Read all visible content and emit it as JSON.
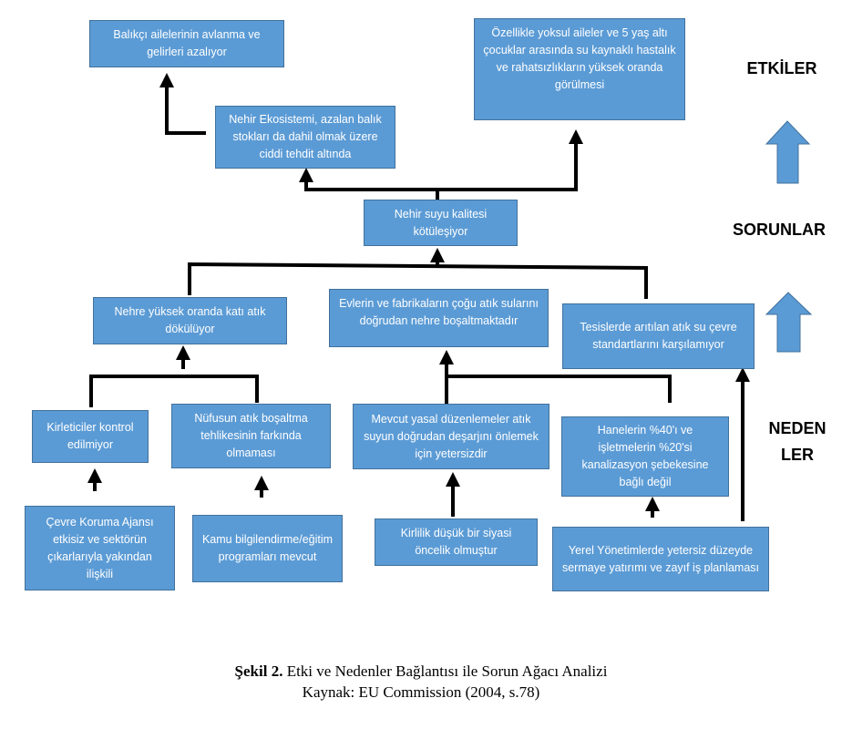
{
  "boxes": {
    "b1": "Balıkçı ailelerinin avlanma ve gelirleri azalıyor",
    "b2": "Özellikle yoksul aileler ve 5 yaş altı çocuklar arasında su kaynaklı hastalık ve rahatsızlıkların yüksek oranda görülmesi",
    "b3": "Nehir Ekosistemi, azalan balık stokları da dahil olmak üzere ciddi tehdit altında",
    "b4": "Nehir suyu kalitesi kötüleşiyor",
    "b5": "Nehre yüksek oranda katı atık dökülüyor",
    "b6": "Evlerin ve fabrikaların çoğu atık sularını doğrudan nehre boşaltmaktadır",
    "b7": "Tesislerde arıtılan atık su çevre standartlarını karşılamıyor",
    "b8": "Kirleticiler kontrol edilmiyor",
    "b9": "Nüfusun atık boşaltma tehlikesinin farkında olmaması",
    "b10": "Mevcut yasal düzenlemeler atık suyun doğrudan deşarjını önlemek için yetersizdir",
    "b11": "Hanelerin %40'ı ve işletmelerin %20'si kanalizasyon şebekesine bağlı değil",
    "b12": "Çevre Koruma Ajansı etkisiz ve sektörün çıkarlarıyla yakından ilişkili",
    "b13": "Kamu bilgilendirme/eğitim programları mevcut",
    "b14": "Kirlilik düşük bir siyasi öncelik olmuştur",
    "b15": "Yerel Yönetimlerde yetersiz düzeyde sermaye yatırımı ve zayıf iş planlaması"
  },
  "side_labels": {
    "etkiler": "ETKİLER",
    "sorunlar": "SORUNLAR",
    "nedenler_1": "NEDEN",
    "nedenler_2": "LER"
  },
  "caption": {
    "figure_label": "Şekil 2.",
    "title": "Etki ve Nedenler Bağlantısı ile Sorun Ağacı Analizi",
    "source": "Kaynak: EU Commission (2004, s.78)"
  },
  "colors": {
    "box_fill": "#5b9bd5",
    "box_border": "#41719c",
    "box_text": "#ffffff",
    "side_arrow_fill": "#5b9bd5"
  }
}
